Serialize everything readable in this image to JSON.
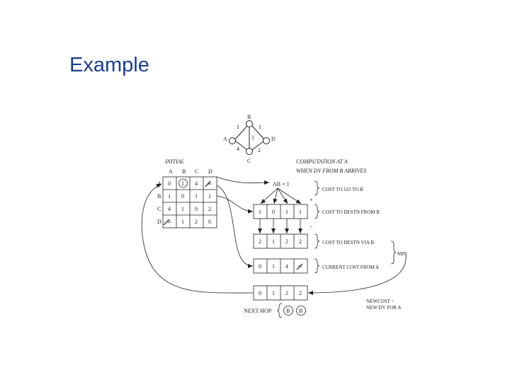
{
  "slide": {
    "title": "Example"
  },
  "graph": {
    "nodes": [
      "A",
      "B",
      "C",
      "D"
    ],
    "edges": [
      {
        "from": "A",
        "to": "B",
        "cost": "1"
      },
      {
        "from": "B",
        "to": "D",
        "cost": "1"
      },
      {
        "from": "B",
        "to": "C",
        "cost": "1"
      },
      {
        "from": "A",
        "to": "C",
        "cost": "4"
      },
      {
        "from": "C",
        "to": "D",
        "cost": "2"
      }
    ]
  },
  "initial": {
    "label": "INITIAL",
    "col_headers": [
      "A",
      "B",
      "C",
      "D"
    ],
    "row_headers": [
      "A",
      "B",
      "C",
      "D"
    ],
    "rows": [
      [
        "0",
        "1",
        "4",
        "∞"
      ],
      [
        "1",
        "0",
        "1",
        "1"
      ],
      [
        "4",
        "1",
        "0",
        "2"
      ],
      [
        "∞",
        "1",
        "2",
        "0"
      ]
    ]
  },
  "computation": {
    "title_line1": "COMPUTATION AT A",
    "title_line2": "WHEN DV FROM B ARRIVES",
    "ab_label": "AB = 1",
    "plus": "+",
    "minus": "–",
    "cost_to_b": "COST TO GO TO B",
    "dv_from_b": [
      "1",
      "0",
      "1",
      "1"
    ],
    "dv_from_b_label": "COST TO DESTN FROM B",
    "via_b": [
      "2",
      "1",
      "2",
      "2"
    ],
    "via_b_label": "COST TO DESTN VIA B",
    "min_label": "MIN",
    "current": [
      "0",
      "1",
      "4",
      "∞"
    ],
    "current_label": "CURRENT COST FROM A",
    "newcost": [
      "0",
      "1",
      "2",
      "2"
    ],
    "newcost_label_line1": "NEWCOST =",
    "newcost_label_line2": "NEW DV FOR A",
    "next_hop_label": "NEXT HOP",
    "next_hop": [
      "B",
      "B"
    ]
  }
}
